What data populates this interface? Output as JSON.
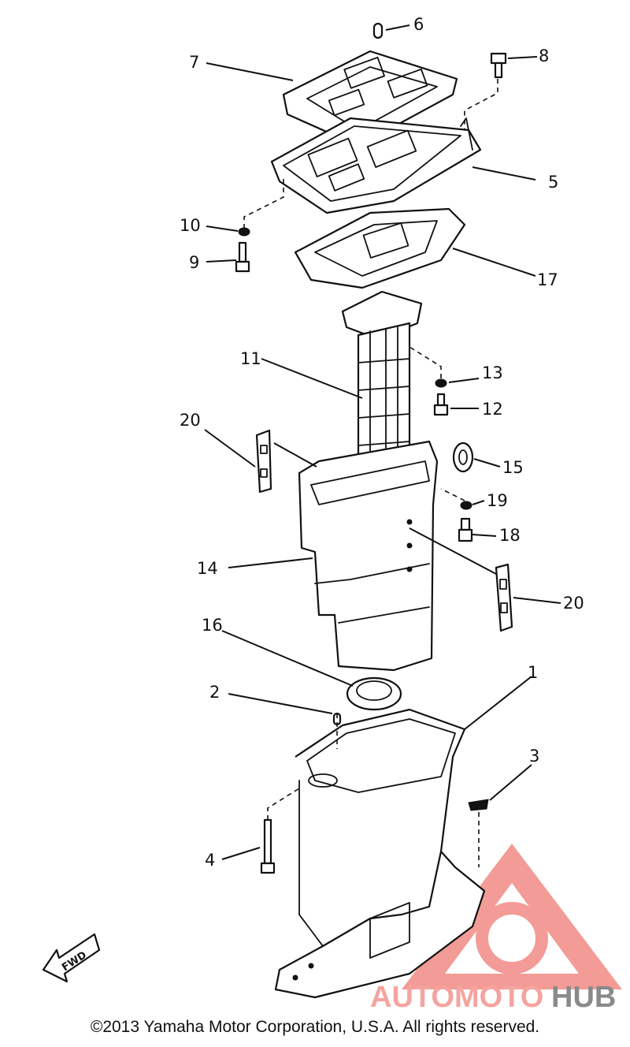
{
  "diagram": {
    "callouts": {
      "c1": "1",
      "c2": "2",
      "c3": "3",
      "c4": "4",
      "c5": "5",
      "c6": "6",
      "c7": "7",
      "c8": "8",
      "c9": "9",
      "c10": "10",
      "c11": "11",
      "c12": "12",
      "c13": "13",
      "c14": "14",
      "c15": "15",
      "c16": "16",
      "c17": "17",
      "c18": "18",
      "c19": "19",
      "c20a": "20",
      "c20b": "20"
    },
    "fwd_label": "FWD"
  },
  "watermark": {
    "text_a": "AUTOMOTO",
    "text_b": "HUB",
    "color_a": "#f4a4a0",
    "color_b": "#8a8a8a",
    "logo_color": "#f28a84"
  },
  "footer": {
    "copyright": "©2013 Yamaha Motor Corporation, U.S.A. All rights reserved."
  }
}
